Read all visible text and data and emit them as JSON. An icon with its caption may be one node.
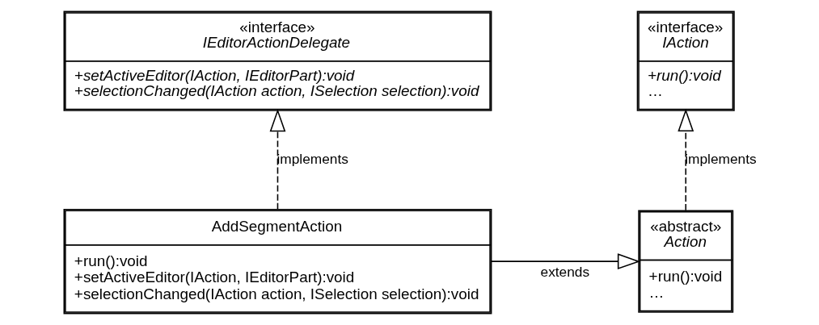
{
  "diagram": {
    "nodes": [
      {
        "text": [
          "«interface»",
          "IAction",
          "+run():void",
          "…"
        ]
      },
      {
        "text": [
          "«interface»",
          "IEditorActionDelegate",
          "+setActiveEditor(IAction, IEditorPart):void",
          "+selectionChanged(IAction action, ISelection selection):void"
        ]
      },
      {
        "text": [
          "«abstract»",
          "Action",
          "+run():void",
          "…"
        ]
      },
      {
        "text": [
          "AddSegmentAction",
          "+run():void",
          "+setActiveEditor(IAction, IEditorPart):void",
          "+selectionChanged(IAction action, ISelection selection):void"
        ]
      }
    ],
    "edges": [
      {
        "from": 2,
        "to": 0,
        "arrow": "to",
        "label": "implements",
        "style": "dashed"
      },
      {
        "from": 3,
        "to": 1,
        "arrow": "to",
        "label": "implements",
        "style": "dashed"
      },
      {
        "from": 3,
        "to": 2,
        "arrow": "to",
        "label": "extends"
      }
    ]
  }
}
